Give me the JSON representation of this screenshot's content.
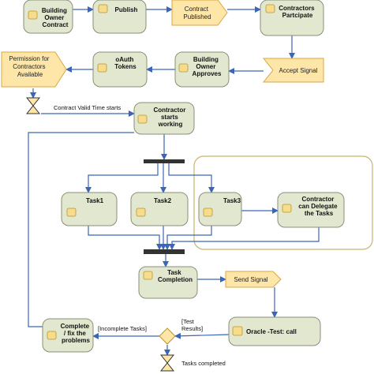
{
  "colors": {
    "action_fill": "#e2e8d0",
    "action_stroke": "#8a9078",
    "signal_fill": "#fde6a8",
    "signal_stroke": "#d9a740",
    "icon_fill": "#f7dc8e",
    "flow": "#3a66b8",
    "bar": "#333333",
    "region": "#c9b370"
  },
  "actions": {
    "building_owner_contract": [
      "Building",
      "Owner",
      "Contract"
    ],
    "publish": [
      "Publish"
    ],
    "contractors_participate": [
      "Contractors",
      "Partcipate"
    ],
    "building_owner_approves": [
      "Building",
      "Owner",
      "Approves"
    ],
    "oauth_tokens": [
      "oAuth",
      "Tokens"
    ],
    "contractor_starts_working": [
      "Contractor",
      "starts",
      "working"
    ],
    "task1": [
      "Task1"
    ],
    "task2": [
      "Task2"
    ],
    "task3": [
      "Task3"
    ],
    "contractor_delegate": [
      "Contractor",
      "can Delegate",
      "the Tasks"
    ],
    "task_completion": [
      "Task",
      "Completion"
    ],
    "oracle_test_call": [
      "Oracle -Test: call"
    ],
    "complete_fix": [
      "Complete",
      "/ fix the",
      "problems"
    ]
  },
  "signals": {
    "contract_published": [
      "Contract",
      "Published"
    ],
    "accept_signal": [
      "Accept Signal"
    ],
    "permission_available": [
      "Permission for",
      "Contractors",
      "Available"
    ],
    "send_signal": [
      "Send Signal"
    ]
  },
  "labels": {
    "contract_valid_time": "Contract Valid Time starts",
    "incomplete_tasks": "[Incomplete Tasks]",
    "test_results": [
      "[Test",
      "Results]"
    ],
    "tasks_completed": "Tasks completed"
  }
}
